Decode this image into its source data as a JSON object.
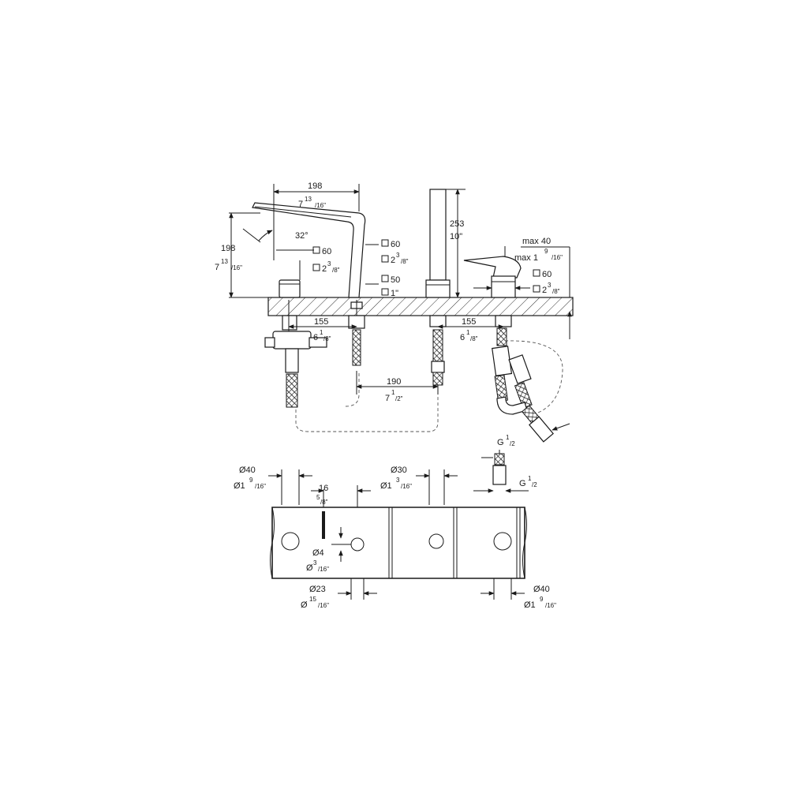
{
  "dims": {
    "spout_reach_mm": "198",
    "spout_reach_in": "7",
    "spout_height_mm": "198",
    "spout_height_in": "7",
    "angle": "32°",
    "handle_sq_mm": "60",
    "handle_sq_in": "2",
    "spout_sq_mm": "60",
    "spout_sq_in": "2",
    "spout_base_mm": "50",
    "spout_base_in": "1\"",
    "shower_height_mm": "253",
    "shower_height_in": "10\"",
    "lever_max_mm": "max 40",
    "lever_max_in": "max 1",
    "mixer_sq_mm": "60",
    "mixer_sq_in": "2",
    "spacing_left_mm": "155",
    "spacing_left_in": "6",
    "spacing_right_mm": "155",
    "spacing_right_in": "6",
    "spacing_mid_mm": "190",
    "spacing_mid_in": "7",
    "thread_1": "G",
    "thread_2": "G",
    "hole_left_mm": "Ø40",
    "hole_left_in": "Ø1",
    "edge_mm": "16",
    "edge_in": "/8\"",
    "hole_mid_mm": "Ø30",
    "hole_mid_in": "Ø1",
    "pin_mm": "Ø4",
    "pin_in": "Ø",
    "hole_small_mm": "Ø23",
    "hole_small_in": "Ø",
    "hole_right_mm": "Ø40",
    "hole_right_in": "Ø1"
  },
  "fractions": {
    "f13_16": "13",
    "f16": "/16\"",
    "f3_8": "3",
    "f8": "/8\"",
    "f9_16": "9",
    "f1_8": "1",
    "f1_2": "1",
    "f2": "/2\"",
    "g1_2": "1",
    "g2": "/2",
    "f5": "5",
    "f3_16": "3",
    "f15_16": "15"
  }
}
